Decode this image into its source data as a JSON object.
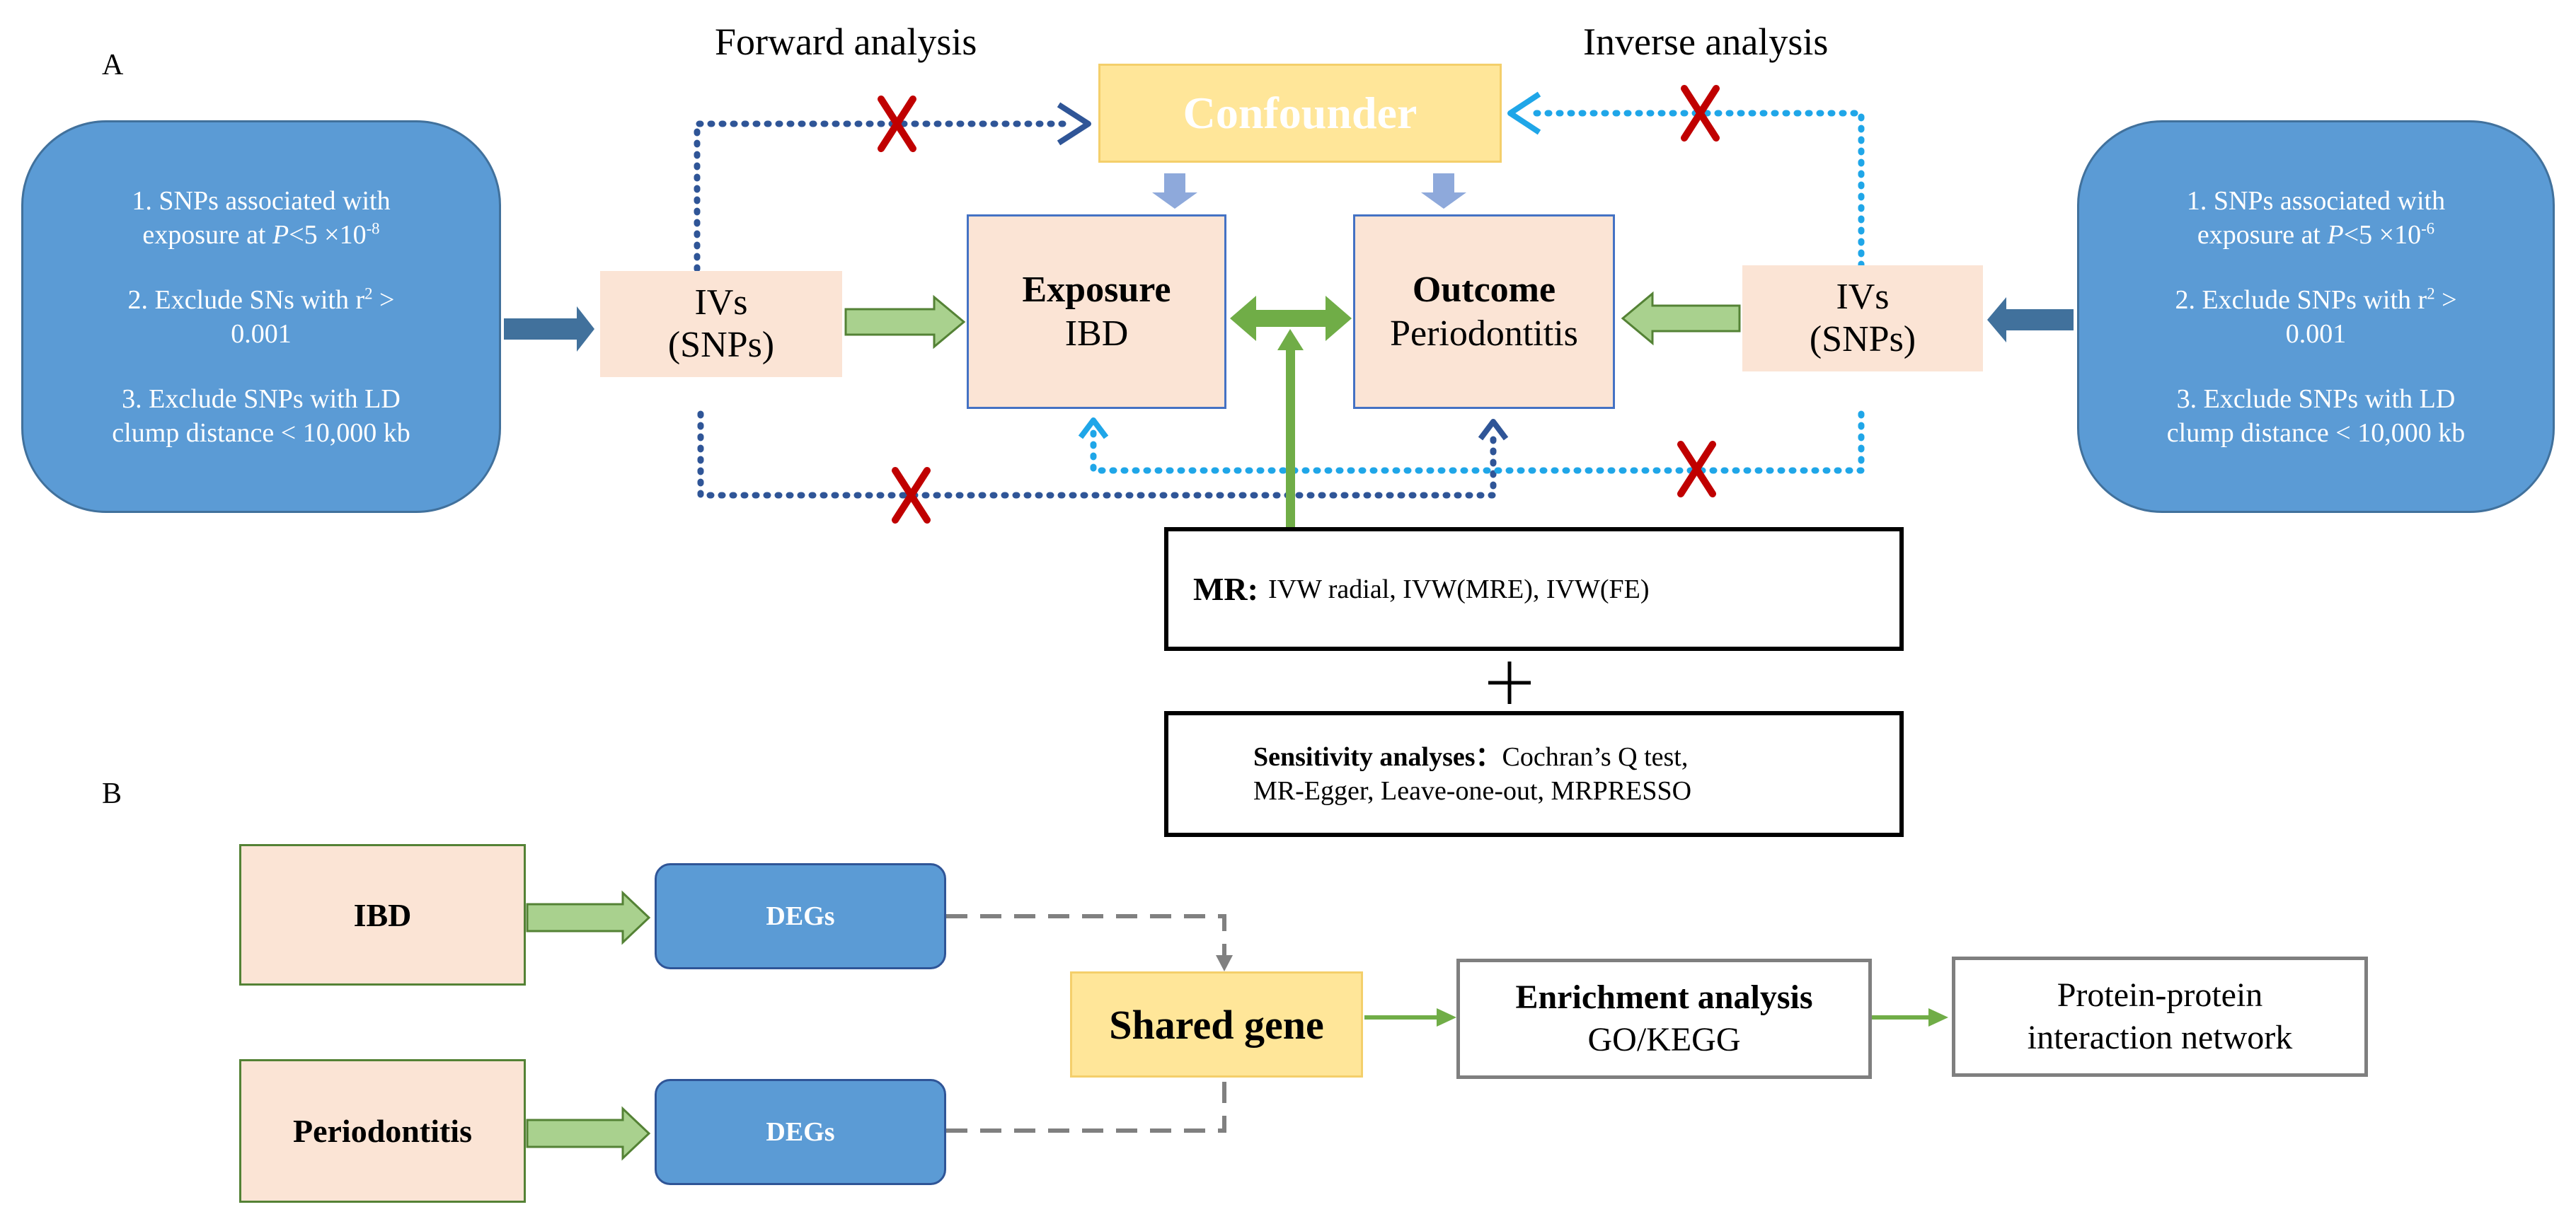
{
  "panel_a": {
    "label": "A",
    "forward_title": "Forward analysis",
    "inverse_title": "Inverse analysis",
    "confounder": "Confounder",
    "left_criteria": {
      "c1_a": "1. SNPs associated with",
      "c1_b": "exposure at ",
      "c1_p": "P",
      "c1_c": "<5  ×10",
      "c1_exp": "-8",
      "c2_a": "2. Exclude SNs with r",
      "c2_sup": "2",
      "c2_b": " >",
      "c2_c": "0.001",
      "c3_a": "3. Exclude SNPs with LD",
      "c3_b": "clump distance < 10,000 kb"
    },
    "right_criteria": {
      "c1_a": "1. SNPs associated with",
      "c1_b": "exposure at ",
      "c1_p": "P",
      "c1_c": "<5  ×10",
      "c1_exp": "-6",
      "c2_a": "2. Exclude SNPs with r",
      "c2_sup": "2",
      "c2_b": " >",
      "c2_c": "0.001",
      "c3_a": "3. Exclude SNPs with LD",
      "c3_b": "clump distance < 10,000 kb"
    },
    "ivs_left": {
      "line1": "IVs",
      "line2": "(SNPs)"
    },
    "ivs_right": {
      "line1": "IVs",
      "line2": "(SNPs)"
    },
    "exposure": {
      "title": "Exposure",
      "sub": "IBD"
    },
    "outcome": {
      "title": "Outcome",
      "sub": "Periodontitis"
    },
    "mr": {
      "label": "MR:",
      "methods": "IVW radial, IVW(MRE), IVW(FE)"
    },
    "plus": "+",
    "sensitivity": {
      "label": "Sensitivity analyses：",
      "line1": "Cochran’s Q test,",
      "line2": "MR-Egger, Leave-one-out, MRPRESSO"
    },
    "cross_mark": "X"
  },
  "panel_b": {
    "label": "B",
    "ibd": "IBD",
    "periodontitis": "Periodontitis",
    "degs_top": "DEGs",
    "degs_bottom": "DEGs",
    "shared_gene": "Shared gene",
    "enrichment": {
      "title": "Enrichment analysis",
      "sub": "GO/KEGG"
    },
    "ppi": {
      "line1": "Protein-protein",
      "line2": "interaction network"
    }
  },
  "colors": {
    "blue_fill": "#5b9bd5",
    "peach_fill": "#fbe4d5",
    "yellow_fill": "#ffe699",
    "green_arrow": "#70ad47",
    "dark_blue_dots": "#2f5597",
    "light_blue_dots": "#1fa6e8",
    "red_x": "#c00000"
  }
}
